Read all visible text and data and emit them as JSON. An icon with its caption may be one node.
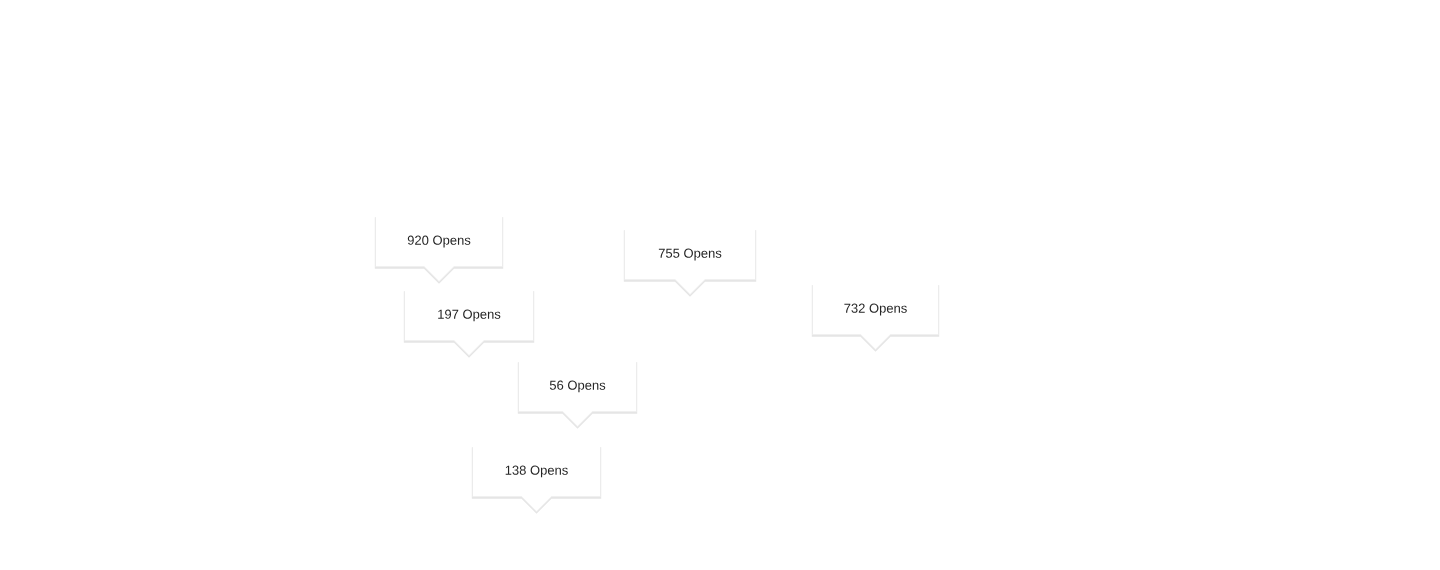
{
  "diagram": {
    "nodes": [
      {
        "text": [
          "920 Opens"
        ]
      },
      {
        "text": [
          "755 Opens"
        ]
      },
      {
        "text": [
          "197 Opens"
        ]
      },
      {
        "text": [
          "732 Opens"
        ]
      },
      {
        "text": [
          "56 Opens"
        ]
      },
      {
        "text": [
          "138 Opens"
        ]
      }
    ]
  }
}
